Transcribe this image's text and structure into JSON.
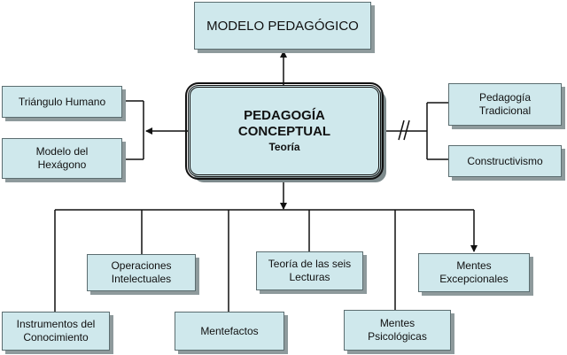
{
  "diagram": {
    "top": {
      "label": "MODELO PEDAGÓGICO"
    },
    "center": {
      "title": "PEDAGOGÍA\nCONCEPTUAL",
      "subtitle": "Teoría"
    },
    "left": [
      {
        "label": "Triángulo Humano"
      },
      {
        "label": "Modelo del\nHexágono"
      }
    ],
    "right": [
      {
        "label": "Pedagogía\nTradicional"
      },
      {
        "label": "Constructivismo"
      }
    ],
    "bottom": [
      {
        "label": "Instrumentos del\nConocimiento"
      },
      {
        "label": "Operaciones\nIntelectuales"
      },
      {
        "label": "Mentefactos"
      },
      {
        "label": "Teoría de las seis\nLecturas"
      },
      {
        "label": "Mentes\nPsicológicas"
      },
      {
        "label": "Mentes\nExcepcionales"
      }
    ]
  },
  "colors": {
    "box_fill": "#cfe8ec",
    "line": "#111111"
  }
}
